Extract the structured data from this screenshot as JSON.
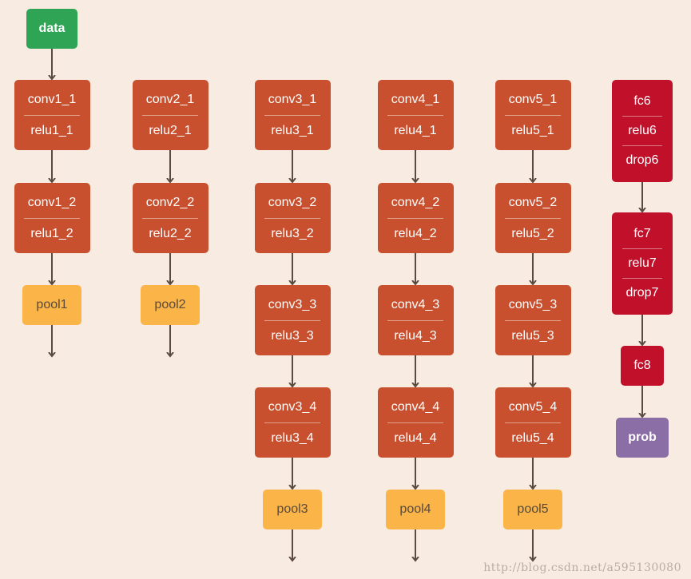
{
  "diagram": {
    "data": "data",
    "columns": [
      {
        "blocks": [
          [
            "conv1_1",
            "relu1_1"
          ],
          [
            "conv1_2",
            "relu1_2"
          ]
        ],
        "pool": "pool1"
      },
      {
        "blocks": [
          [
            "conv2_1",
            "relu2_1"
          ],
          [
            "conv2_2",
            "relu2_2"
          ]
        ],
        "pool": "pool2"
      },
      {
        "blocks": [
          [
            "conv3_1",
            "relu3_1"
          ],
          [
            "conv3_2",
            "relu3_2"
          ],
          [
            "conv3_3",
            "relu3_3"
          ],
          [
            "conv3_4",
            "relu3_4"
          ]
        ],
        "pool": "pool3"
      },
      {
        "blocks": [
          [
            "conv4_1",
            "relu4_1"
          ],
          [
            "conv4_2",
            "relu4_2"
          ],
          [
            "conv4_3",
            "relu4_3"
          ],
          [
            "conv4_4",
            "relu4_4"
          ]
        ],
        "pool": "pool4"
      },
      {
        "blocks": [
          [
            "conv5_1",
            "relu5_1"
          ],
          [
            "conv5_2",
            "relu5_2"
          ],
          [
            "conv5_3",
            "relu5_3"
          ],
          [
            "conv5_4",
            "relu5_4"
          ]
        ],
        "pool": "pool5"
      }
    ],
    "fc": [
      [
        "fc6",
        "relu6",
        "drop6"
      ],
      [
        "fc7",
        "relu7",
        "drop7"
      ],
      [
        "fc8"
      ]
    ],
    "prob": "prob"
  },
  "watermark": "http://blog.csdn.net/a595130080",
  "colors": {
    "background": "#f8ece2",
    "conv": "#c9502f",
    "fc": "#c0102a",
    "pool": "#fbb448",
    "data": "#2ea454",
    "prob": "#8b6ea6",
    "arrow": "#5a4a40"
  }
}
